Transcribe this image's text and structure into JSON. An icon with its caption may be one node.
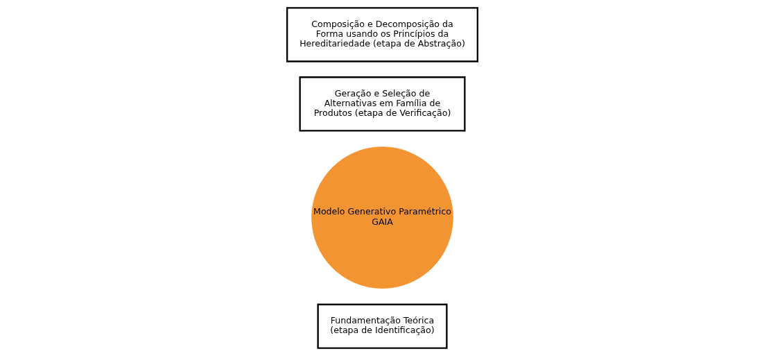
{
  "diagram": {
    "nodes": [
      {
        "text": [
          "Fundamentação Teórica (etapa de Identificação)"
        ]
      },
      {
        "text": [
          "Modelo Generativo Paramétrico GAIA"
        ]
      },
      {
        "text": [
          "Geração e Seleção de Alternativas em Família de Produtos (etapa de Verificação)"
        ]
      },
      {
        "text": [
          "Composição e Decomposição da Forma usando os Princípios da Hereditariedade (etapa de Abstração)"
        ]
      }
    ]
  }
}
